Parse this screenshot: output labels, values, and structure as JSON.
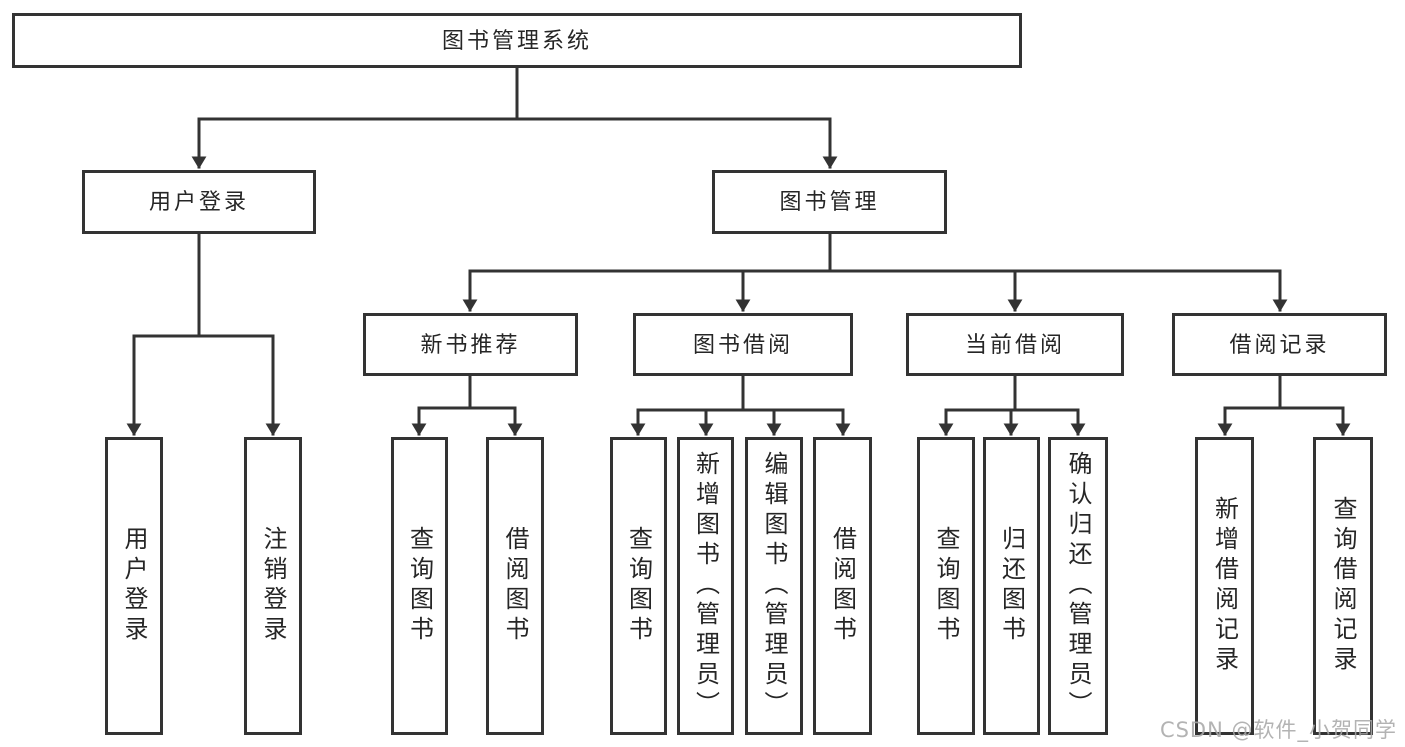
{
  "diagram": {
    "title": "图书管理系统",
    "level2": [
      {
        "label": "用户登录"
      },
      {
        "label": "图书管理"
      }
    ],
    "level3": [
      {
        "label": "新书推荐",
        "parent": "图书管理"
      },
      {
        "label": "图书借阅",
        "parent": "图书管理"
      },
      {
        "label": "当前借阅",
        "parent": "图书管理"
      },
      {
        "label": "借阅记录",
        "parent": "图书管理"
      }
    ],
    "leaves": [
      {
        "label": "用户登录",
        "parent": "用户登录"
      },
      {
        "label": "注销登录",
        "parent": "用户登录"
      },
      {
        "label": "查询图书",
        "parent": "新书推荐"
      },
      {
        "label": "借阅图书",
        "parent": "新书推荐"
      },
      {
        "label": "查询图书",
        "parent": "图书借阅"
      },
      {
        "label": "新增图书（管理员）",
        "parent": "图书借阅"
      },
      {
        "label": "编辑图书（管理员）",
        "parent": "图书借阅"
      },
      {
        "label": "借阅图书",
        "parent": "图书借阅"
      },
      {
        "label": "查询图书",
        "parent": "当前借阅"
      },
      {
        "label": "归还图书",
        "parent": "当前借阅"
      },
      {
        "label": "确认归还（管理员）",
        "parent": "当前借阅"
      },
      {
        "label": "新增借阅记录",
        "parent": "借阅记录"
      },
      {
        "label": "查询借阅记录",
        "parent": "借阅记录"
      }
    ]
  },
  "watermark": "CSDN @软件_小贺同学",
  "colors": {
    "line": "#333333",
    "text": "#262626",
    "background": "#ffffff",
    "watermark": "#a8a8a8"
  }
}
